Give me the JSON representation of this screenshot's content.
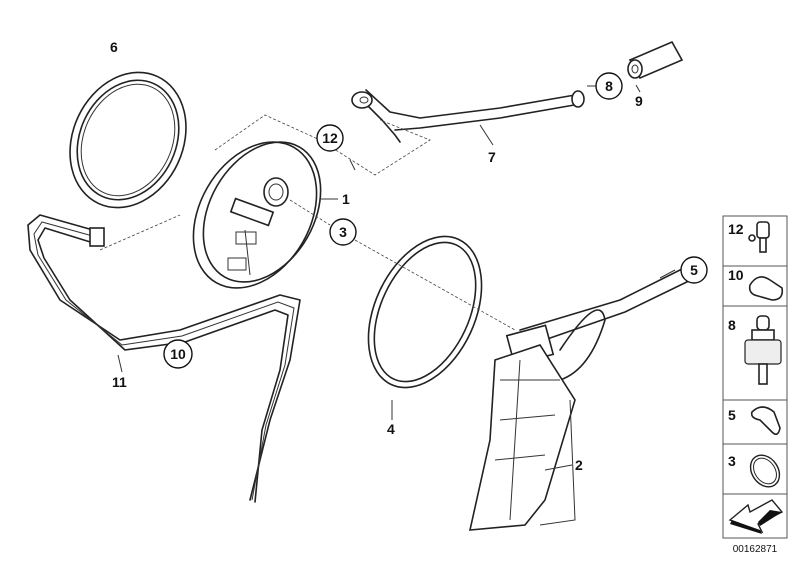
{
  "callouts": {
    "c1": "1",
    "c2": "2",
    "c3": "3",
    "c4": "4",
    "c5": "5",
    "c6": "6",
    "c7": "7",
    "c8": "8",
    "c9": "9",
    "c10": "10",
    "c11": "11",
    "c12": "12"
  },
  "legend": {
    "items": [
      {
        "label": "12",
        "icon": "connector-icon"
      },
      {
        "label": "10",
        "icon": "clip-icon"
      },
      {
        "label": "8",
        "icon": "valve-icon"
      },
      {
        "label": "5",
        "icon": "hose-clamp-icon"
      },
      {
        "label": "3",
        "icon": "ring-icon"
      },
      {
        "label": "",
        "icon": "arrow-icon"
      }
    ]
  },
  "diagram_id": "00162871"
}
